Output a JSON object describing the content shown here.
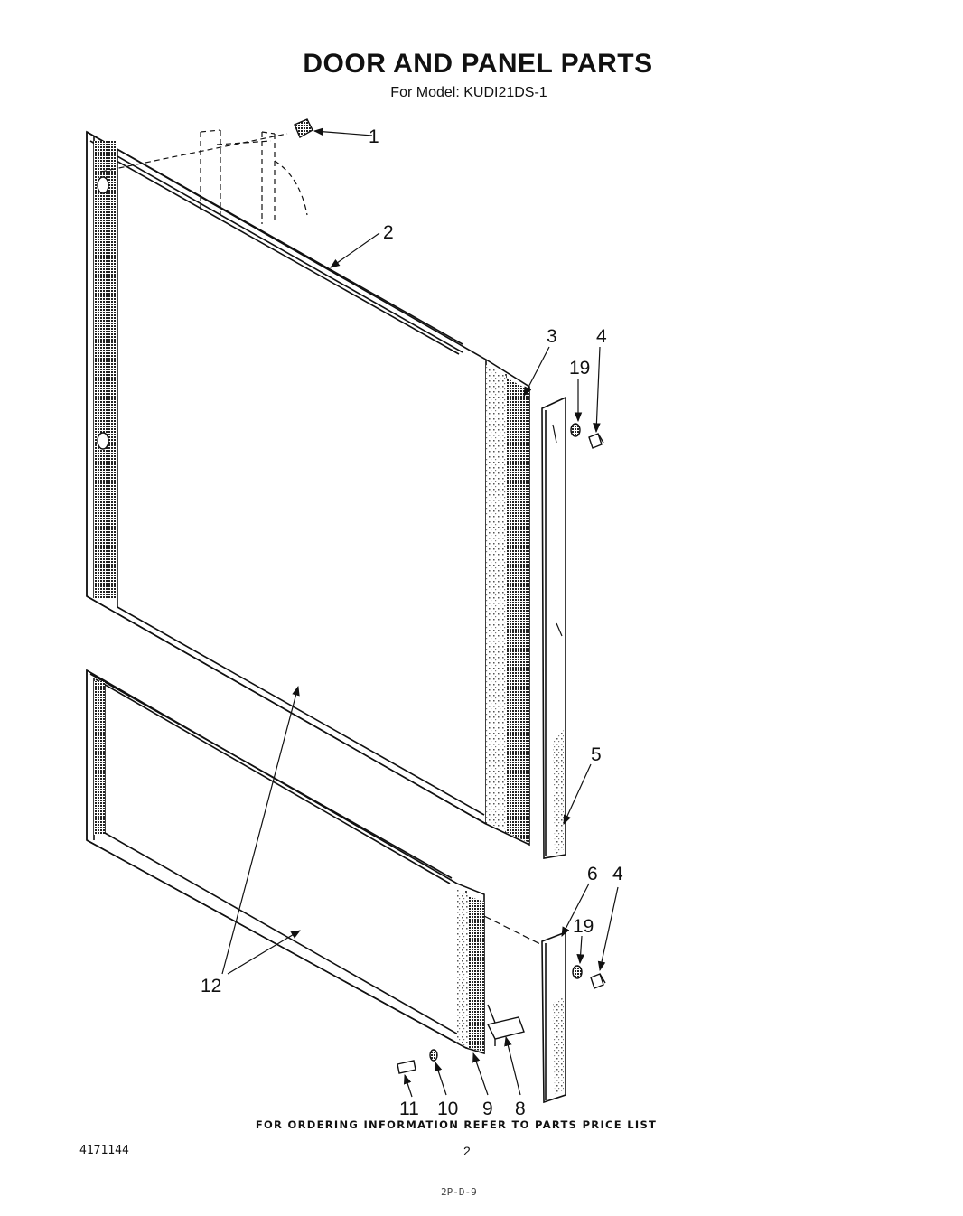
{
  "title": "DOOR AND PANEL PARTS",
  "subtitle": "For Model: KUDI21DS-1",
  "callouts": [
    "1",
    "2",
    "3",
    "4",
    "19",
    "5",
    "6",
    "4",
    "19",
    "12",
    "11",
    "10",
    "9",
    "8"
  ],
  "footer": "FOR ORDERING INFORMATION REFER TO PARTS PRICE LIST",
  "doc_number": "4171144",
  "page_number": "2",
  "stamp": "2P-D-9"
}
